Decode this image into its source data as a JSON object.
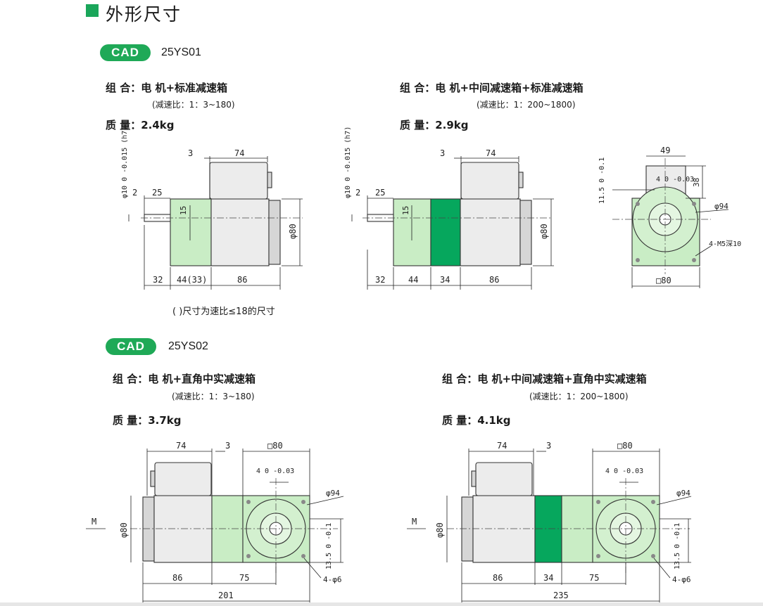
{
  "header": {
    "title": "外形尺寸"
  },
  "colors": {
    "accent": "#1aa65a",
    "gearbox": "#c9edc5",
    "intermediate": "#06a75d",
    "motor": "#ececec"
  },
  "sections": [
    {
      "cad_label": "CAD",
      "model": "25YS01",
      "left": {
        "combo": "组 合：电 机+标准减速箱",
        "ratio": "(减速比：1：3~180)",
        "mass": "质 量：2.4kg"
      },
      "right": {
        "combo": "组 合：电 机+中间减速箱+标准减速箱",
        "ratio": "(减速比：1：200~1800)",
        "mass": "质 量：2.9kg"
      },
      "note": "( )尺寸为速比≤18的尺寸"
    },
    {
      "cad_label": "CAD",
      "model": "25YS02",
      "left": {
        "combo": "组 合：电 机+直角中实减速箱",
        "ratio": "(减速比：1：3~180)",
        "mass": "质 量：3.7kg"
      },
      "right": {
        "combo": "组 合：电 机+中间减速箱+直角中实减速箱",
        "ratio": "(减速比：1：200~1800)",
        "mass": "质 量：4.1kg"
      }
    }
  ],
  "dims": {
    "d1": {
      "top3": "3",
      "top74": "74",
      "shaft_dia": "φ10 0 -0.015 (h7)",
      "d2": "2",
      "d25": "25",
      "d15": "15",
      "d80": "φ80",
      "b32": "32",
      "b44": "44(33)",
      "b86": "86"
    },
    "d2": {
      "top3": "3",
      "top74": "74",
      "shaft_dia": "φ10 0 -0.015 (h7)",
      "d2": "2",
      "d25": "25",
      "d15": "15",
      "d80": "φ80",
      "b32": "32",
      "b44": "44",
      "b34": "34",
      "b86": "86"
    },
    "d3": {
      "top49": "49",
      "key4": "4 0 -0.03",
      "d38": "38",
      "h115": "11.5 0 -0.1",
      "d94": "φ94",
      "holes": "4-M5深10",
      "sq80": "□80"
    },
    "d4": {
      "top74": "74",
      "top3": "3",
      "sq80": "□80",
      "key4": "4 0 -0.03",
      "d94": "φ94",
      "m": "M",
      "d80": "φ80",
      "h135": "13.5 0 -0.1",
      "b86": "86",
      "b75": "75",
      "holes": "4-φ6",
      "total": "201"
    },
    "d5": {
      "top74": "74",
      "top3": "3",
      "sq80": "□80",
      "key4": "4 0 -0.03",
      "d94": "φ94",
      "m": "M",
      "d80": "φ80",
      "h135": "13.5 0 -0.1",
      "b86": "86",
      "b34": "34",
      "b75": "75",
      "holes": "4-φ6",
      "total": "235"
    }
  }
}
